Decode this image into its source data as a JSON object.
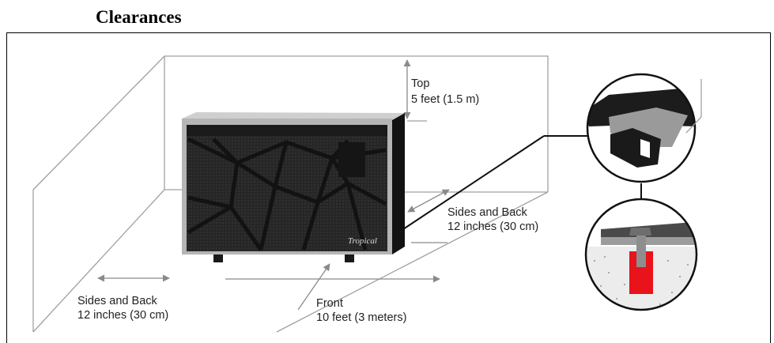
{
  "heading": "Clearances",
  "labels": {
    "top_title": "Top",
    "top_value": "5 feet (1.5 m)",
    "sides_right_title": "Sides and Back",
    "sides_right_value": "12 inches (30 cm)",
    "sides_left_title": "Sides and Back",
    "sides_left_value": "12 inches (30 cm)",
    "front_title": "Front",
    "front_value": "10 feet (3 meters)"
  },
  "brand": "Tropical",
  "colors": {
    "line": "#9a9a9a",
    "unit_body": "#1f1f1f",
    "unit_frame": "#b5b5b5",
    "anchor_red": "#e8131b",
    "concrete": "#ececec"
  }
}
